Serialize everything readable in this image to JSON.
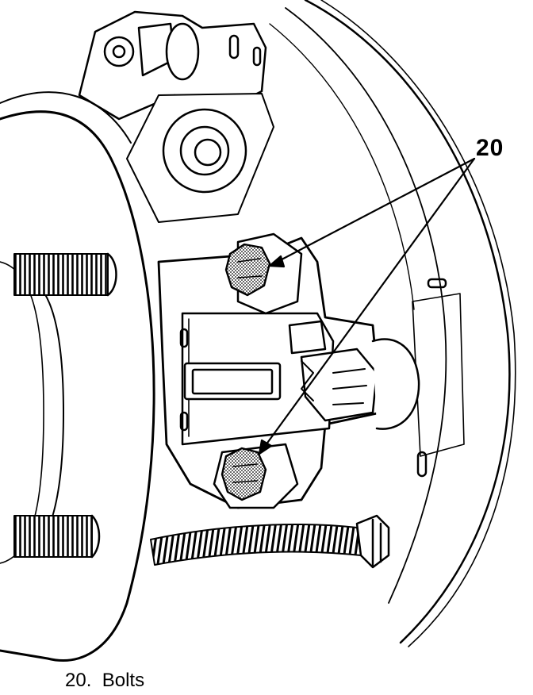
{
  "callout": {
    "number": "20"
  },
  "caption": {
    "number": "20.",
    "text": "Bolts"
  },
  "colors": {
    "line": "#000000",
    "background": "#ffffff"
  }
}
